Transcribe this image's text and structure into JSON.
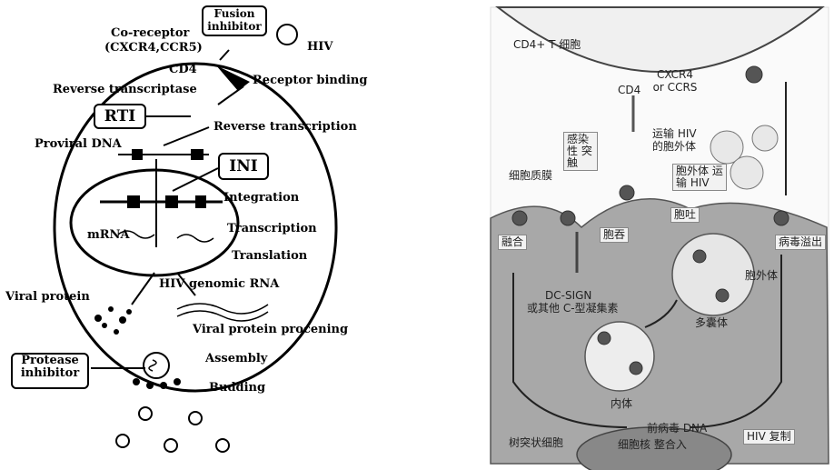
{
  "left": {
    "fusion_inhibitor": "Fusion inhibitor",
    "hiv": "HIV",
    "co_receptor_1": "Co-receptor",
    "co_receptor_2": "(CXCR4,CCR5)",
    "cd4": "CD4",
    "receptor_binding": "Receptor binding",
    "reverse_transcriptase": "Reverse transcriptase",
    "rti": "RTI",
    "reverse_transcription": "Reverse transcription",
    "proviral_dna": "Proviral DNA",
    "ini": "INI",
    "integration": "Integration",
    "transcription": "Transcription",
    "mrna": "mRNA",
    "translation": "Translation",
    "hiv_genomic_rna": "HIV genomic RNA",
    "viral_protein": "Viral protein",
    "viral_protein_processing": "Viral protein procening",
    "protease_inhibitor": "Protease inhibitor",
    "assembly": "Assembly",
    "budding": "Budding"
  },
  "right": {
    "cd4_t_cell": "CD4+ T 细胞",
    "cxcr4_ccr5": "CXCR4 or CCRS",
    "cd4": "CD4",
    "infectious_synapse": "感染性 突触",
    "transport_exosome": "运输 HIV 的胞外体",
    "cell_membrane": "细胞质膜",
    "exosome_transport": "胞外体 运输 HIV",
    "exocytosis": "胞吐",
    "fusion": "融合",
    "phagocytosis": "胞吞",
    "virus_overflow": "病毒溢出",
    "exosome": "胞外体",
    "dc_sign_1": "DC-SIGN",
    "dc_sign_2": "或其他 C-型凝集素",
    "multivesicular": "多囊体",
    "endosome": "内体",
    "dendritic_cell": "树突状细胞",
    "provirus_dna": "前病毒 DNA",
    "nucleus_integration": "细胞核 整合入",
    "hiv_replication": "HIV 复制"
  }
}
